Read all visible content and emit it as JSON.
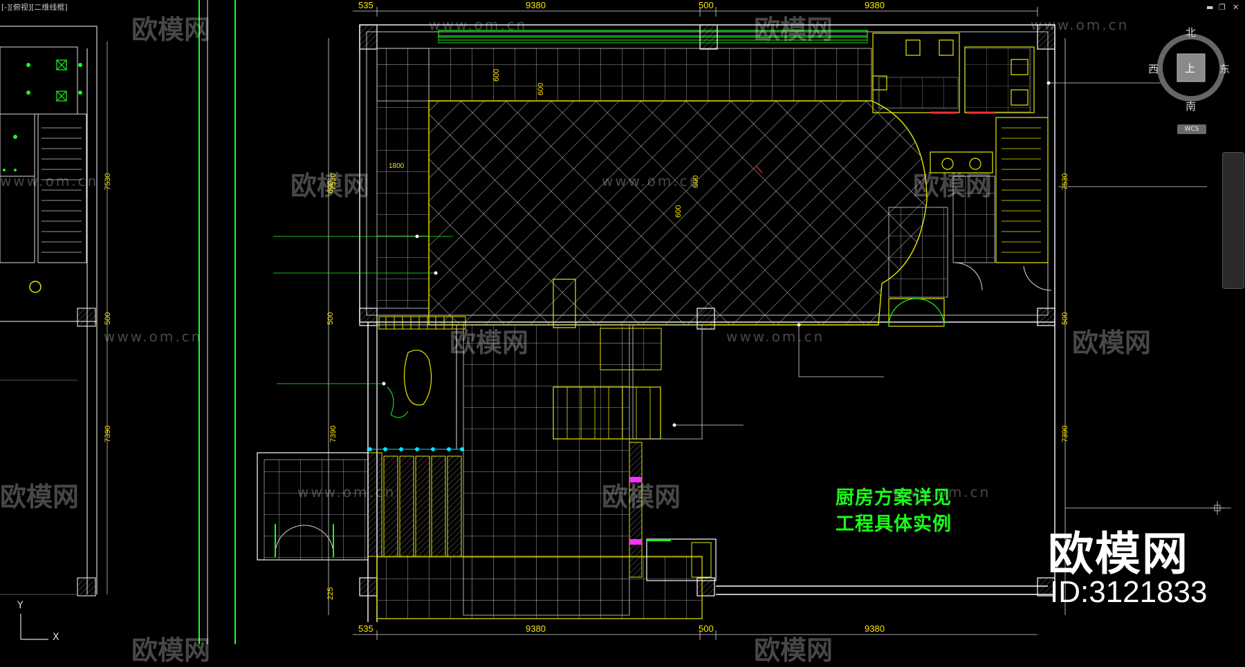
{
  "viewport": {
    "label": "[-][俯视][二维线框]"
  },
  "window_controls": {
    "minimize": "▬",
    "restore": "❐",
    "close": "✕"
  },
  "compass": {
    "north": "北",
    "south": "南",
    "east": "东",
    "west": "西",
    "top": "上"
  },
  "wcs_label": "WCS",
  "watermark": {
    "brand": "欧模网",
    "url": "www.om.cn"
  },
  "kitchen_note": {
    "line1": "厨房方案详见",
    "line2": "工程具体实例"
  },
  "brand": {
    "name": "欧模网",
    "id": "ID:3121833"
  },
  "dimensions": {
    "top": [
      "535",
      "9380",
      "500",
      "9380"
    ],
    "bottom": [
      "535",
      "9380",
      "500",
      "9380"
    ],
    "left": [
      "7530",
      "500",
      "7390",
      "225"
    ],
    "right": [
      "7530",
      "500",
      "7390"
    ],
    "left_panel": [
      "7530",
      "500",
      "7390"
    ],
    "tile_labels": [
      "600",
      "600",
      "1800",
      "600",
      "600",
      "600"
    ]
  },
  "ucs": {
    "y": "Y",
    "x": "X"
  },
  "colors": {
    "wall": "#ffffff",
    "floor_grid": "#d8d8d8",
    "accent_green": "#19ff19",
    "dim_yellow": "#ffe600",
    "fixture_yellow": "#e8e800"
  }
}
